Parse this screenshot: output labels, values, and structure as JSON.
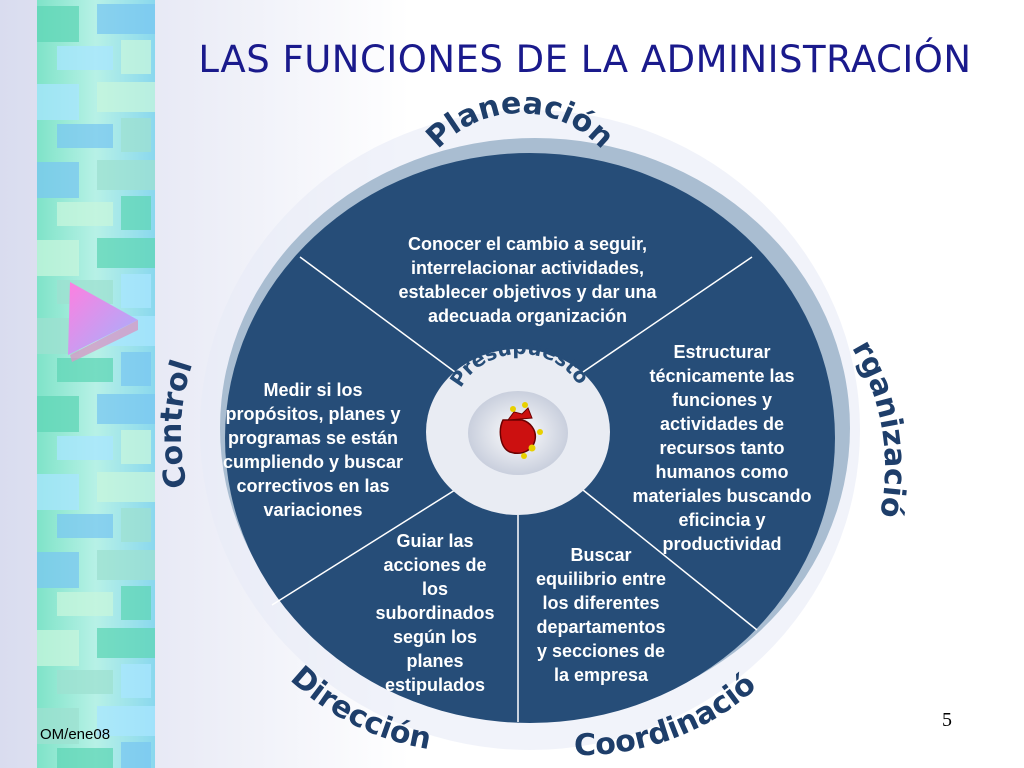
{
  "title": "LAS FUNCIONES DE LA ADMINISTRACIÓN",
  "center_label": "Presupuesto",
  "ring_labels": {
    "planeacion": "Planeación",
    "organizacion": "Organización",
    "coordinacion": "Coordinación",
    "direccion": "Dirección",
    "control": "Control"
  },
  "segments": {
    "planeacion": [
      "Conocer el cambio a seguir,",
      "interrelacionar actividades,",
      "establecer objetivos y dar una",
      "adecuada organización"
    ],
    "organizacion": [
      "Estructurar",
      "técnicamente las",
      "funciones y",
      "actividades de",
      "recursos tanto",
      "humanos como",
      "materiales buscando",
      "eficincia y",
      "productividad"
    ],
    "coordinacion": [
      "Buscar",
      "equilibrio entre",
      "los diferentes",
      "departamentos",
      "y secciones de",
      "la empresa"
    ],
    "direccion": [
      "Guiar las",
      "acciones de",
      "los",
      "subordinados",
      "según los",
      "planes",
      "estipulados"
    ],
    "control": [
      "Medir si los",
      "propósitos, planes y",
      "programas se están",
      "cumpliendo y buscar",
      "correctivos en las",
      "variaciones"
    ]
  },
  "footer": "OM/ene08",
  "page_number": "5",
  "colors": {
    "circle": "#264d78",
    "rim": "#9fb6cc",
    "title": "#1a1a8c",
    "ring_text": "#1e3e6a",
    "center": "#e4e8f0"
  },
  "icons": {
    "center": "money-bag-icon",
    "arrow": "triangle-arrow-icon"
  }
}
